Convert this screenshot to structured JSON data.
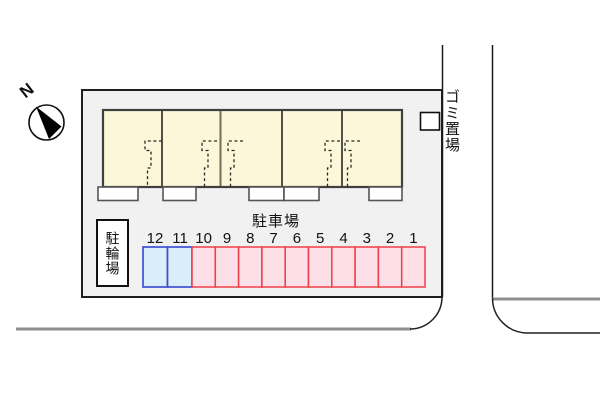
{
  "compass": {
    "north_label": "N"
  },
  "site": {
    "garbage_label": "ゴミ置場",
    "parking_label": "駐車場",
    "bicycle_parking_label": "駐輪場"
  },
  "parking": {
    "spaces": [
      {
        "number": "12",
        "type": "blue"
      },
      {
        "number": "11",
        "type": "blue"
      },
      {
        "number": "10",
        "type": "pink"
      },
      {
        "number": "9",
        "type": "pink"
      },
      {
        "number": "8",
        "type": "pink"
      },
      {
        "number": "7",
        "type": "pink"
      },
      {
        "number": "6",
        "type": "pink"
      },
      {
        "number": "5",
        "type": "pink"
      },
      {
        "number": "4",
        "type": "pink"
      },
      {
        "number": "3",
        "type": "pink"
      },
      {
        "number": "2",
        "type": "pink"
      },
      {
        "number": "1",
        "type": "pink"
      }
    ]
  },
  "colors": {
    "lot_fill": "#f1f1f1",
    "building_fill": "#fbf7d8",
    "blue_fill": "#d9eef9",
    "blue_border": "#3f51d1",
    "pink_fill": "#fcdfe7",
    "pink_border": "#ee3f49",
    "road_gray": "#8f8f8f"
  }
}
